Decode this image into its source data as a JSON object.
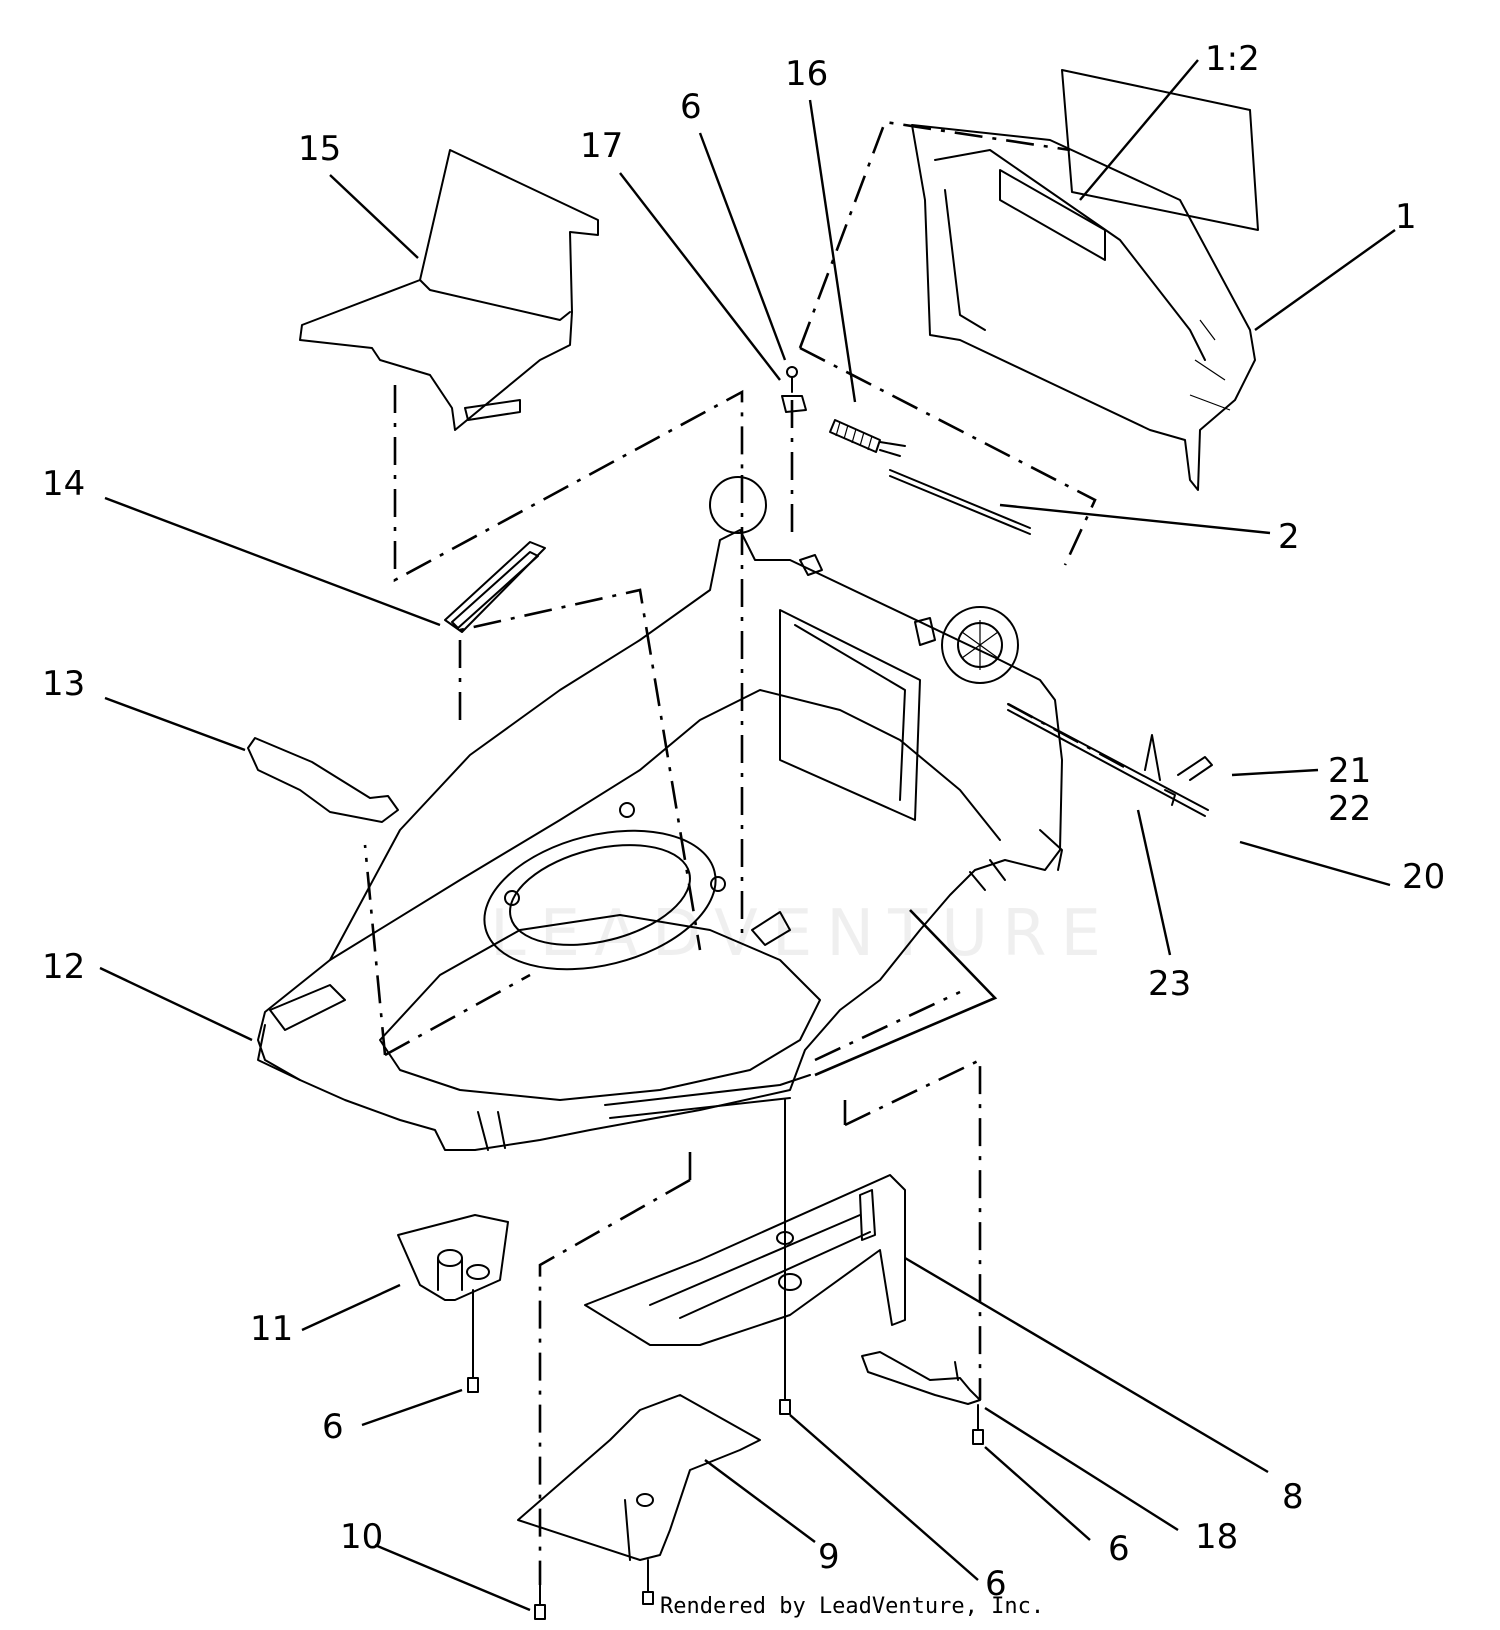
{
  "callouts": [
    {
      "id": "c-1-2",
      "text": "1:2"
    },
    {
      "id": "c-1",
      "text": "1"
    },
    {
      "id": "c-2",
      "text": "2"
    },
    {
      "id": "c-6a",
      "text": "6"
    },
    {
      "id": "c-16",
      "text": "16"
    },
    {
      "id": "c-17",
      "text": "17"
    },
    {
      "id": "c-15",
      "text": "15"
    },
    {
      "id": "c-14",
      "text": "14"
    },
    {
      "id": "c-13",
      "text": "13"
    },
    {
      "id": "c-12",
      "text": "12"
    },
    {
      "id": "c-11",
      "text": "11"
    },
    {
      "id": "c-6b",
      "text": "6"
    },
    {
      "id": "c-10",
      "text": "10"
    },
    {
      "id": "c-9",
      "text": "9"
    },
    {
      "id": "c-6c",
      "text": "6"
    },
    {
      "id": "c-6d",
      "text": "6"
    },
    {
      "id": "c-18",
      "text": "18"
    },
    {
      "id": "c-8",
      "text": "8"
    },
    {
      "id": "c-21",
      "text": "21"
    },
    {
      "id": "c-22",
      "text": "22"
    },
    {
      "id": "c-20",
      "text": "20"
    },
    {
      "id": "c-23",
      "text": "23"
    }
  ],
  "watermark": "LEADVENTURE",
  "footer": "Rendered by LeadVenture, Inc."
}
